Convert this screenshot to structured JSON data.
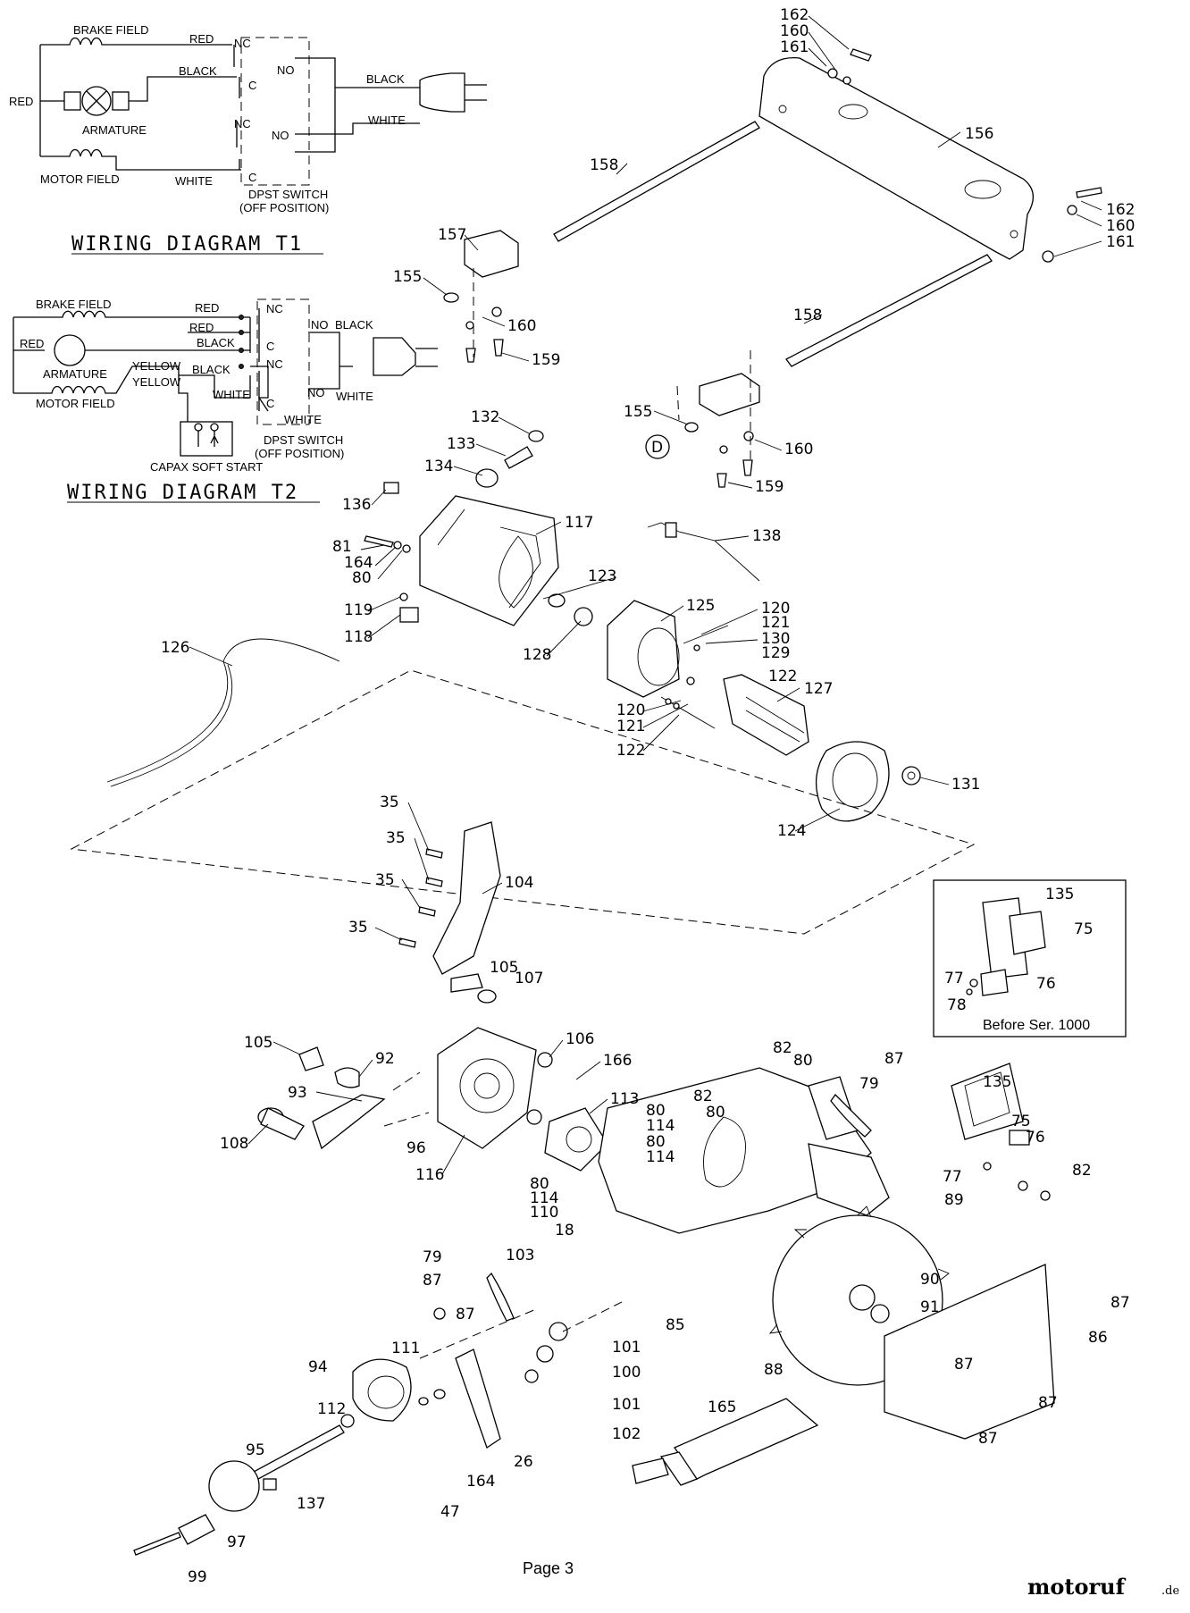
{
  "wiring_t1": {
    "title": "WIRING DIAGRAM T1",
    "labels": {
      "brake_field": "BRAKE FIELD",
      "red_top": "RED",
      "red_left": "RED",
      "black": "BLACK",
      "armature": "ARMATURE",
      "motor_field": "MOTOR FIELD",
      "white": "WHITE",
      "nc1": "NC",
      "c1": "C",
      "nc2": "NC",
      "c2": "C",
      "no1": "NO",
      "no2": "NO",
      "plug_black": "BLACK",
      "plug_white": "WHITE",
      "switch_name": "DPST SWITCH",
      "switch_state": "(OFF POSITION)"
    }
  },
  "wiring_t2": {
    "title": "WIRING DIAGRAM T2",
    "labels": {
      "brake_field": "BRAKE FIELD",
      "red_a": "RED",
      "red_b": "RED",
      "red_left": "RED",
      "black_a": "BLACK",
      "black_b": "BLACK",
      "armature": "ARMATURE",
      "yellow_a": "YELLOW",
      "yellow_b": "YELLOW",
      "motor_field": "MOTOR FIELD",
      "white_a": "WHITE",
      "white_b": "WHITE",
      "nc1": "NC",
      "c1": "C",
      "nc2": "NC",
      "c2": "C",
      "no1": "NO",
      "no2": "NO",
      "plug_black": "BLACK",
      "plug_white": "WHITE",
      "soft_start": "CAPAX SOFT START",
      "switch_name": "DPST SWITCH",
      "switch_state": "(OFF POSITION)"
    }
  },
  "inset": {
    "caption": "Before Ser. 1000",
    "labels": [
      "135",
      "75",
      "77",
      "78",
      "76"
    ]
  },
  "parts": {
    "p162a": "162",
    "p160a": "160",
    "p161a": "161",
    "p156": "156",
    "p158a": "158",
    "p162b": "162",
    "p160b": "160",
    "p161b": "161",
    "p157": "157",
    "p155a": "155",
    "p160c": "160",
    "p159a": "159",
    "p158b": "158",
    "p155b": "155",
    "p160d": "160",
    "p159b": "159",
    "pD": "D",
    "p132": "132",
    "p133": "133",
    "p134": "134",
    "p136": "136",
    "p117": "117",
    "p138": "138",
    "p81": "81",
    "p164a": "164",
    "p80a": "80",
    "p123": "123",
    "p119": "119",
    "p118": "118",
    "p125": "125",
    "p120a": "120",
    "p121a": "121",
    "p130": "130",
    "p129": "129",
    "p128": "128",
    "p126": "126",
    "p122a": "122",
    "p127": "127",
    "p120b": "120",
    "p121b": "121",
    "p122b": "122",
    "p131": "131",
    "p124": "124",
    "p35a": "35",
    "p35b": "35",
    "p35c": "35",
    "p35d": "35",
    "p104": "104",
    "p105a": "105",
    "p107": "107",
    "p105b": "105",
    "p92": "92",
    "p93": "93",
    "p108": "108",
    "p96": "96",
    "p106": "106",
    "p166": "166",
    "p113": "113",
    "p116": "116",
    "p82a": "82",
    "p80b": "80",
    "p82b": "82",
    "p80c": "80",
    "p87a": "87",
    "p79a": "79",
    "p80d": "80",
    "p114a": "114",
    "p80e": "80",
    "p114b": "114",
    "p80f": "80",
    "p114c": "114",
    "p110": "110",
    "p18": "18",
    "p135": "135",
    "p75": "75",
    "p76": "76",
    "p77": "77",
    "p89": "89",
    "p82c": "82",
    "p79b": "79",
    "p87b": "87",
    "p87c": "87",
    "p103": "103",
    "p90": "90",
    "p91": "91",
    "p85": "85",
    "p88": "88",
    "p87d": "87",
    "p86": "86",
    "p87e": "87",
    "p87f": "87",
    "p87g": "87",
    "p111": "111",
    "p101a": "101",
    "p100": "100",
    "p101b": "101",
    "p94": "94",
    "p102": "102",
    "p112": "112",
    "p26": "26",
    "p95": "95",
    "p164b": "164",
    "p137": "137",
    "p47": "47",
    "p165": "165",
    "p97": "97",
    "p99": "99"
  },
  "footer": {
    "page": "Page 3",
    "brand": "motoruf",
    "brand_suffix": ".de"
  }
}
